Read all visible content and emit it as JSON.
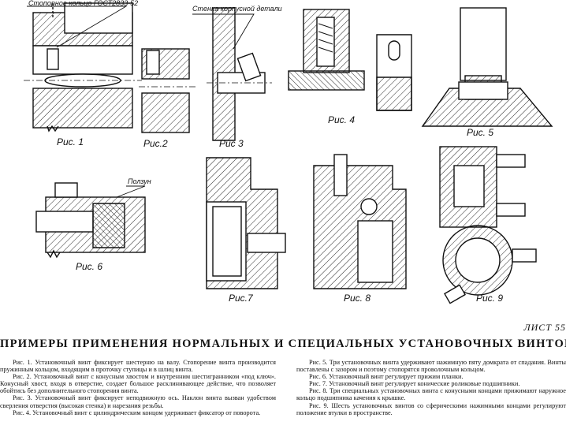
{
  "callouts": {
    "retaining_ring": "Стопорное кольцо ГОСТ2833-52",
    "housing_wall": "Стенка корпусной детали",
    "slider": "Ползун"
  },
  "figures": [
    {
      "label": "Рис. 1"
    },
    {
      "label": "Рис.2"
    },
    {
      "label": "Рис 3"
    },
    {
      "label": "Рис. 4"
    },
    {
      "label": "Рис. 5"
    },
    {
      "label": "Рис. 6"
    },
    {
      "label": "Рис.7"
    },
    {
      "label": "Рис. 8"
    },
    {
      "label": "Рис. 9"
    }
  ],
  "sheet_label": "ЛИСТ 55",
  "title": "ПРИМЕРЫ ПРИМЕНЕНИЯ НОРМАЛЬНЫХ И СПЕЦИАЛЬНЫХ УСТАНОВОЧНЫХ ВИНТОВ",
  "left_paragraphs": [
    "Рис. 1. Установочный винт фиксирует шестерню на валу. Стопорение винта производится пружинным кольцом, входящим в проточку ступицы и в шлиц винта.",
    "Рис. 2. Установочный винт с конусным хвостом и внутренним шестигранником «под ключ». Конусный хвост, входя в отверстие, создает большое расклинивающее действие, что позволяет обойтись без дополнительного стопорения винта.",
    "Рис. 3. Установочный винт фиксирует неподвижную ось. Наклон винта вызван удобством сверления отверстия (высокая стенка) и нарезания резьбы.",
    "Рис. 4. Установочный винт с цилиндрическим концом удерживает фиксатор от поворота."
  ],
  "right_paragraphs": [
    "Рис. 5. Три установочных винта удерживают нажимную пяту домкрата от спадания. Винты поставлены с зазором и поэтому стопорятся проволочным кольцом.",
    "Рис. 6. Установочный винт регулирует прижим планки.",
    "Рис. 7. Установочный винт регулирует конические роликовые подшипники.",
    "Рис. 8. Три специальных установочных винта с конусными концами прижимают наружное кольцо подшипника качения к крышке.",
    "Рис. 9. Шесть установочных винтов со сферическими нажимными концами регулируют положение втулки в пространстве."
  ]
}
